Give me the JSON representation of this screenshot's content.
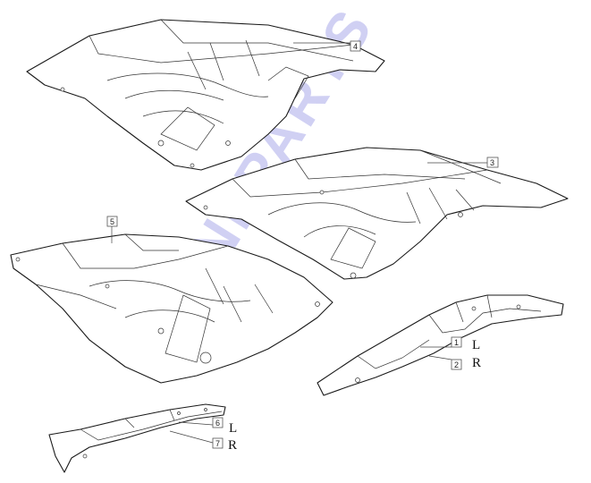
{
  "watermark": {
    "text": "MINI PARTS",
    "color": "#5a5ad6"
  },
  "parts": [
    {
      "ref": "4",
      "side": ""
    },
    {
      "ref": "3",
      "side": ""
    },
    {
      "ref": "5",
      "side": ""
    },
    {
      "ref": "1",
      "side": "L"
    },
    {
      "ref": "2",
      "side": "R"
    },
    {
      "ref": "6",
      "side": "L"
    },
    {
      "ref": "7",
      "side": "R"
    }
  ],
  "colors": {
    "line": "#1a1a1a",
    "background": "#ffffff"
  }
}
